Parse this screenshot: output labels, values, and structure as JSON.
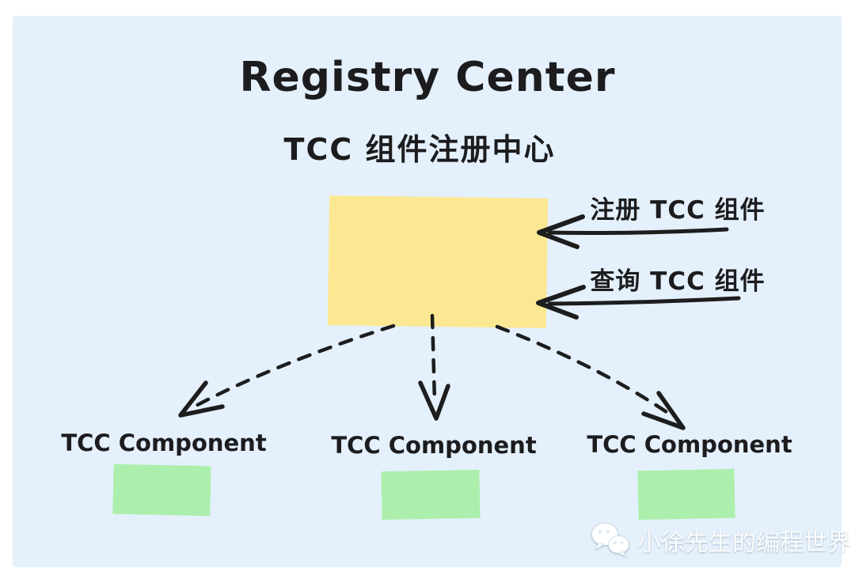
{
  "header": {
    "title": "Registry Center",
    "subtitle": "TCC 组件注册中心"
  },
  "registry_box": {
    "name": "TCC registry center box",
    "fill": "#FCE893"
  },
  "inbound_arrows": [
    {
      "label": "注册 TCC 组件",
      "direction": "left"
    },
    {
      "label": "查询 TCC 组件",
      "direction": "left"
    }
  ],
  "components": [
    {
      "label": "TCC Component",
      "fill": "#ACEFAD"
    },
    {
      "label": "TCC Component",
      "fill": "#ACEFAD"
    },
    {
      "label": "TCC Component",
      "fill": "#ACEFAD"
    }
  ],
  "colors": {
    "page_bg": "#FFFFFF",
    "canvas_bg": "#E4F0FB",
    "registry_fill": "#FCE893",
    "component_fill": "#ACEFAD",
    "stroke": "#1D1D1D",
    "watermark_text": "#FFFFFF"
  },
  "watermark": {
    "icon": "wechat-icon",
    "text": "小徐先生的编程世界"
  }
}
